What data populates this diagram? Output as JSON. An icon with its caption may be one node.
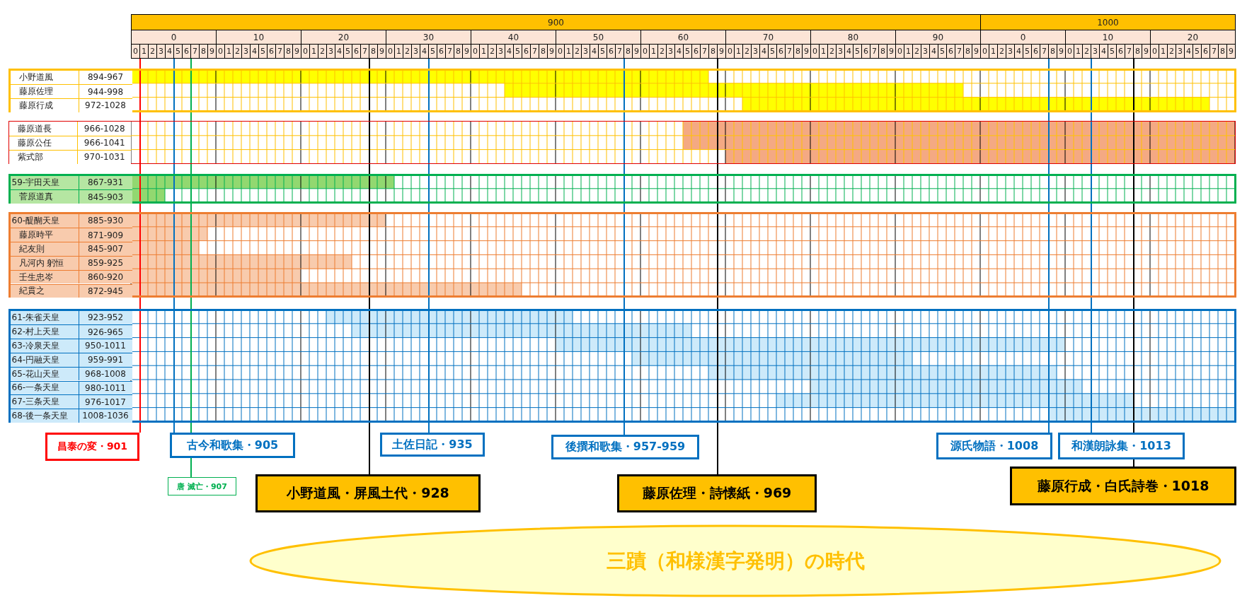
{
  "diagram": {
    "nodes": [
      {
        "text": [
          "0"
        ]
      },
      {
        "text": [
          "1"
        ]
      },
      {
        "text": [
          "2"
        ]
      },
      {
        "text": [
          "3"
        ]
      },
      {
        "text": [
          "4"
        ]
      },
      {
        "text": [
          "5"
        ]
      },
      {
        "text": [
          "6"
        ]
      },
      {
        "text": [
          "7"
        ]
      },
      {
        "text": [
          "8"
        ]
      },
      {
        "text": [
          "9"
        ]
      },
      {
        "text": [
          "0"
        ]
      },
      {
        "text": [
          "1"
        ]
      },
      {
        "text": [
          "2"
        ]
      },
      {
        "text": [
          "3"
        ]
      },
      {
        "text": [
          "4"
        ]
      },
      {
        "text": [
          "5"
        ]
      },
      {
        "text": [
          "6"
        ]
      },
      {
        "text": [
          "7"
        ]
      },
      {
        "text": [
          "8"
        ]
      },
      {
        "text": [
          "9"
        ]
      },
      {
        "text": [
          "0"
        ]
      },
      {
        "text": [
          "1"
        ]
      },
      {
        "text": [
          "2"
        ]
      },
      {
        "text": [
          "3"
        ]
      },
      {
        "text": [
          "4"
        ]
      },
      {
        "text": [
          "5"
        ]
      },
      {
        "text": [
          "6"
        ]
      },
      {
        "text": [
          "7"
        ]
      },
      {
        "text": [
          "8"
        ]
      },
      {
        "text": [
          "9"
        ]
      },
      {
        "text": [
          "0"
        ]
      },
      {
        "text": [
          "1"
        ]
      },
      {
        "text": [
          "2"
        ]
      },
      {
        "text": [
          "3"
        ]
      },
      {
        "text": [
          "4"
        ]
      },
      {
        "text": [
          "5"
        ]
      },
      {
        "text": [
          "6"
        ]
      },
      {
        "text": [
          "7"
        ]
      },
      {
        "text": [
          "8"
        ]
      },
      {
        "text": [
          "9"
        ]
      },
      {
        "text": [
          "0"
        ]
      },
      {
        "text": [
          "1"
        ]
      },
      {
        "text": [
          "2"
        ]
      },
      {
        "text": [
          "3"
        ]
      },
      {
        "text": [
          "4"
        ]
      },
      {
        "text": [
          "5"
        ]
      },
      {
        "text": [
          "6"
        ]
      },
      {
        "text": [
          "7"
        ]
      },
      {
        "text": [
          "8"
        ]
      },
      {
        "text": [
          "9"
        ]
      },
      {
        "text": [
          "0"
        ]
      },
      {
        "text": [
          "1"
        ]
      },
      {
        "text": [
          "2"
        ]
      },
      {
        "text": [
          "3"
        ]
      },
      {
        "text": [
          "4"
        ]
      },
      {
        "text": [
          "5"
        ]
      },
      {
        "text": [
          "6"
        ]
      },
      {
        "text": [
          "7"
        ]
      },
      {
        "text": [
          "8"
        ]
      },
      {
        "text": [
          "9"
        ]
      },
      {
        "text": [
          "0"
        ]
      },
      {
        "text": [
          "1"
        ]
      },
      {
        "text": [
          "2"
        ]
      },
      {
        "text": [
          "3"
        ]
      },
      {
        "text": [
          "4"
        ]
      },
      {
        "text": [
          "5"
        ]
      },
      {
        "text": [
          "6"
        ]
      },
      {
        "text": [
          "7"
        ]
      },
      {
        "text": [
          "8"
        ]
      },
      {
        "text": [
          "9"
        ]
      },
      {
        "text": [
          "0"
        ]
      },
      {
        "text": [
          "1"
        ]
      },
      {
        "text": [
          "2"
        ]
      },
      {
        "text": [
          "3"
        ]
      },
      {
        "text": [
          "4"
        ]
      },
      {
        "text": [
          "5"
        ]
      },
      {
        "text": [
          "6"
        ]
      },
      {
        "text": [
          "7"
        ]
      },
      {
        "text": [
          "8"
        ]
      },
      {
        "text": [
          "9"
        ]
      },
      {
        "text": [
          "0"
        ]
      },
      {
        "text": [
          "1"
        ]
      },
      {
        "text": [
          "2"
        ]
      },
      {
        "text": [
          "3"
        ]
      },
      {
        "text": [
          "4"
        ]
      },
      {
        "text": [
          "5"
        ]
      },
      {
        "text": [
          "6"
        ]
      },
      {
        "text": [
          "7"
        ]
      },
      {
        "text": [
          "8"
        ]
      },
      {
        "text": [
          "9"
        ]
      },
      {
        "text": [
          "0"
        ]
      },
      {
        "text": [
          "1"
        ]
      },
      {
        "text": [
          "2"
        ]
      },
      {
        "text": [
          "3"
        ]
      },
      {
        "text": [
          "4"
        ]
      },
      {
        "text": [
          "5"
        ]
      },
      {
        "text": [
          "6"
        ]
      },
      {
        "text": [
          "7"
        ]
      },
      {
        "text": [
          "8"
        ]
      },
      {
        "text": [
          "9"
        ]
      },
      {
        "text": [
          "0"
        ]
      },
      {
        "text": [
          "1"
        ]
      },
      {
        "text": [
          "2"
        ]
      },
      {
        "text": [
          "3"
        ]
      },
      {
        "text": [
          "4"
        ]
      },
      {
        "text": [
          "5"
        ]
      },
      {
        "text": [
          "6"
        ]
      },
      {
        "text": [
          "7"
        ]
      },
      {
        "text": [
          "8"
        ]
      },
      {
        "text": [
          "9"
        ]
      },
      {
        "text": [
          "0"
        ]
      },
      {
        "text": [
          "1"
        ]
      },
      {
        "text": [
          "2"
        ]
      },
      {
        "text": [
          "3"
        ]
      },
      {
        "text": [
          "4"
        ]
      },
      {
        "text": [
          "5"
        ]
      },
      {
        "text": [
          "6"
        ]
      },
      {
        "text": [
          "7"
        ]
      },
      {
        "text": [
          "8"
        ]
      },
      {
        "text": [
          "9"
        ]
      },
      {
        "text": [
          "0"
        ]
      },
      {
        "text": [
          "1"
        ]
      },
      {
        "text": [
          "2"
        ]
      },
      {
        "text": [
          "3"
        ]
      },
      {
        "text": [
          "4"
        ]
      },
      {
        "text": [
          "5"
        ]
      },
      {
        "text": [
          "6"
        ]
      },
      {
        "text": [
          "7"
        ]
      },
      {
        "text": [
          "8"
        ]
      },
      {
        "text": [
          "9"
        ]
      },
      {
        "text": [],
        "shape": "box"
      },
      {
        "text": [
          "小野道風",
          "894-967"
        ],
        "in": 130
      },
      {
        "text": [
          "藤原佐理",
          "944-998"
        ],
        "in": 130
      },
      {
        "text": [
          "藤原行成",
          "972-1028"
        ],
        "in": 130
      },
      {
        "text": [],
        "shape": "box"
      },
      {
        "text": [
          "藤原道長",
          "966-1028"
        ],
        "in": 134
      },
      {
        "text": [
          "藤原公任",
          "966-1041"
        ],
        "in": 134
      },
      {
        "text": [
          "紫式部",
          "970-1031"
        ],
        "in": 134
      },
      {
        "text": [],
        "shape": "box"
      },
      {
        "text": [
          "59-宇田天皇",
          "867-931"
        ],
        "in": 138
      },
      {
        "text": [
          "菅原道真",
          "845-903"
        ],
        "in": 138
      },
      {
        "text": [],
        "shape": "box"
      },
      {
        "text": [
          "60-醍醐天皇",
          "885-930"
        ],
        "in": 141
      },
      {
        "text": [
          "藤原時平",
          "871-909"
        ],
        "in": 141
      },
      {
        "text": [
          "紀友則",
          "845-907"
        ],
        "in": 141
      },
      {
        "text": [
          "凡河内 躬恒",
          "859-925"
        ],
        "in": 141
      },
      {
        "text": [
          "壬生忠岑",
          "860-920"
        ],
        "in": 141
      },
      {
        "text": [
          "紀貫之",
          "872-945"
        ],
        "in": 141
      },
      {
        "text": [],
        "shape": "box"
      },
      {
        "text": [
          "61-朱雀天皇",
          "923-952"
        ],
        "in": 148
      },
      {
        "text": [
          "62-村上天皇",
          "926-965"
        ],
        "in": 148
      },
      {
        "text": [
          "63-冷泉天皇",
          "950-1011"
        ],
        "in": 148
      },
      {
        "text": [
          "64-円融天皇",
          "959-991"
        ],
        "in": 148
      },
      {
        "text": [
          "65-花山天皇",
          "968-1008"
        ],
        "in": 148
      },
      {
        "text": [
          "66-一条天皇",
          "980-1011"
        ],
        "in": 148
      },
      {
        "text": [
          "67-三条天皇",
          "976-1017"
        ],
        "in": 148
      },
      {
        "text": [
          "68-後一条天皇",
          "1008-1036"
        ],
        "in": 148
      },
      {
        "text": [
          "昌泰の変・901"
        ]
      },
      {
        "text": [
          "古今和歌集・905"
        ]
      },
      {
        "text": [
          "土佐日記・935"
        ]
      },
      {
        "text": [
          "後撰和歌集・957-959"
        ]
      },
      {
        "text": [
          "源氏物語・1008"
        ]
      },
      {
        "text": [
          "和漢朗詠集・1013"
        ]
      },
      {
        "text": [
          "藤原行成・白氏詩巻・1018"
        ]
      },
      {
        "text": [
          "唐 滅亡・907"
        ]
      },
      {
        "text": [
          "小野道風・屏風土代・928"
        ]
      },
      {
        "text": [
          "藤原佐理・詩懐紙・969"
        ]
      },
      {
        "text": [
          "三蹟（和様漢字発明）の時代"
        ]
      }
    ],
    "edges": [
      {
        "from": 157,
        "to": 1,
        "arrow": "none",
        "color": "#ff0000"
      },
      {
        "from": 158,
        "to": 5,
        "arrow": "none"
      },
      {
        "from": 164,
        "to": 7,
        "arrow": "none",
        "color": "#00b050"
      },
      {
        "from": 165,
        "to": 28,
        "arrow": "none",
        "color": "#000000"
      },
      {
        "from": 159,
        "to": 35,
        "arrow": "none"
      },
      {
        "from": 160,
        "to": 58,
        "arrow": "none"
      },
      {
        "from": 166,
        "to": 69,
        "arrow": "none",
        "color": "#000000"
      },
      {
        "from": 161,
        "to": 108,
        "arrow": "none"
      },
      {
        "from": 162,
        "to": 113,
        "arrow": "none"
      },
      {
        "from": 163,
        "to": 118,
        "arrow": "none",
        "color": "#000000"
      }
    ],
    "labels": [
      "900",
      "1000",
      "0",
      "10",
      "20",
      "30",
      "40",
      "50",
      "60",
      "70",
      "80",
      "90",
      "0",
      "10",
      "20"
    ]
  }
}
